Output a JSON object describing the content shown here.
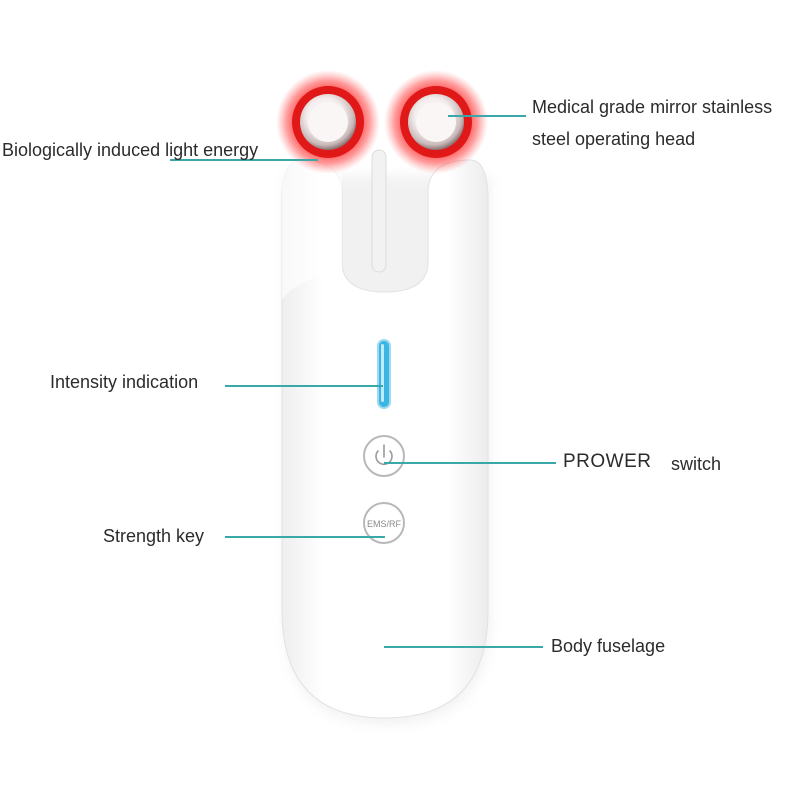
{
  "colors": {
    "background": "#ffffff",
    "leader_line": "#3aa7a8",
    "body": "#ffffff",
    "body_shadow": "#e6e6e6",
    "red_glow": "#ff2a2a",
    "intensity_bar": "#39b6e4",
    "label_text": "#2b2b2b"
  },
  "device": {
    "left_head_icon": "red-light-ring",
    "right_head_icon": "red-light-ring",
    "power_icon": "power-symbol",
    "strength_key_text": "EMS/RF"
  },
  "callouts": {
    "light_energy": "Biologically induced light energy",
    "operating_head_line1": "Medical grade mirror stainless",
    "operating_head_line2": "steel operating head",
    "intensity": "Intensity indication",
    "power_word": "PROWER",
    "power_suffix": "switch",
    "strength": "Strength key",
    "body": "Body fuselage"
  }
}
